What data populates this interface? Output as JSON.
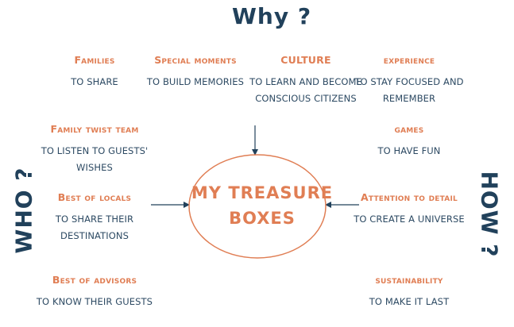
{
  "headings": {
    "why": "Why ?",
    "who": "WHO ?",
    "how": "HOW ?"
  },
  "center": {
    "line1": "MY TREASURE",
    "line2": "BOXES"
  },
  "nodes": {
    "families": {
      "title": "Families",
      "desc": [
        "TO SHARE"
      ]
    },
    "special_moments": {
      "title": "Special moments",
      "desc": [
        "TO BUILD MEMORIES"
      ]
    },
    "culture": {
      "title": "CULTURE",
      "desc": [
        "TO LEARN AND BECOME",
        "CONSCIOUS CITIZENS"
      ]
    },
    "experience": {
      "title": "experience",
      "desc": [
        "TO STAY FOCUSED AND",
        "REMEMBER"
      ]
    },
    "family_twist_team": {
      "title": "Family twist team",
      "desc": [
        "TO LISTEN TO GUESTS'",
        "WISHES"
      ]
    },
    "games": {
      "title": "games",
      "desc": [
        "TO HAVE FUN"
      ]
    },
    "best_of_locals": {
      "title": "Best of locals",
      "desc": [
        "TO SHARE THEIR",
        "DESTINATIONS"
      ]
    },
    "attention_to_detail": {
      "title": "Attention to detail",
      "desc": [
        "TO CREATE A UNIVERSE"
      ]
    },
    "best_of_advisors": {
      "title": "Best of advisors",
      "desc": [
        "TO KNOW THEIR GUESTS"
      ]
    },
    "sustainability": {
      "title": "sustainability",
      "desc": [
        "TO MAKE IT LAST"
      ]
    }
  },
  "colors": {
    "accent_orange": "#e07e54",
    "navy": "#21415b",
    "text_navy": "#2d4a63"
  }
}
